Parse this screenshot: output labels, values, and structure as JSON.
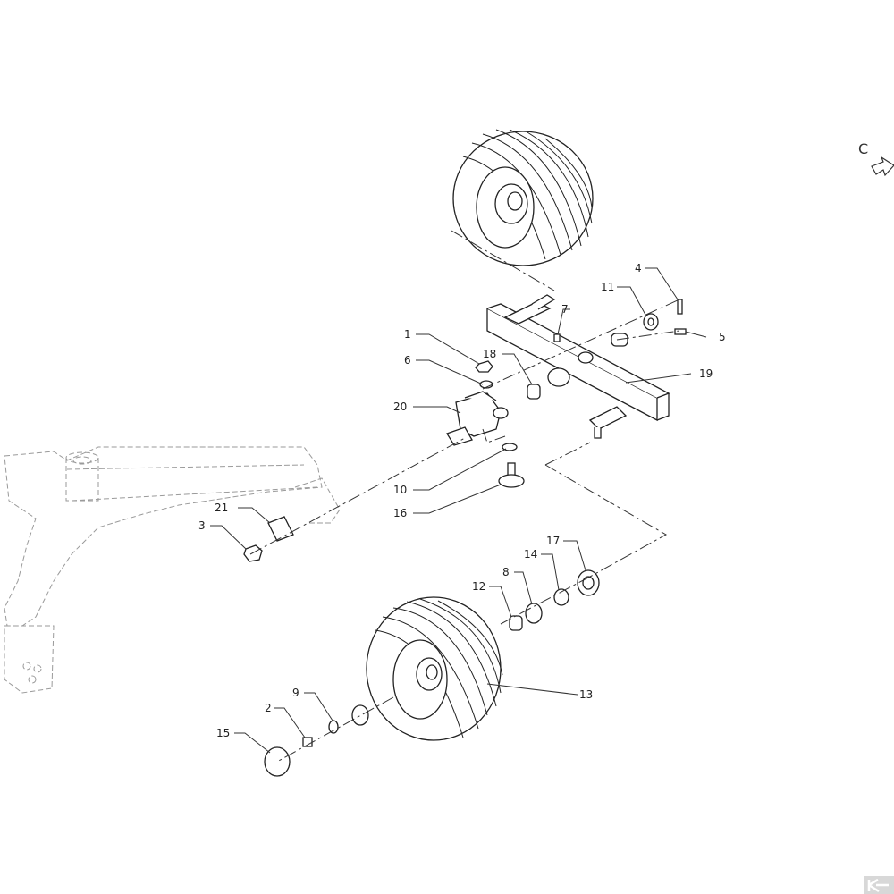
{
  "view_marker": {
    "label": "C",
    "icon": "view-arrow-icon"
  },
  "callouts": [
    {
      "id": "1",
      "label": "1"
    },
    {
      "id": "2",
      "label": "2"
    },
    {
      "id": "3",
      "label": "3"
    },
    {
      "id": "4",
      "label": "4"
    },
    {
      "id": "5",
      "label": "5"
    },
    {
      "id": "6",
      "label": "6"
    },
    {
      "id": "7",
      "label": "7"
    },
    {
      "id": "8",
      "label": "8"
    },
    {
      "id": "9",
      "label": "9"
    },
    {
      "id": "10",
      "label": "10"
    },
    {
      "id": "11",
      "label": "11"
    },
    {
      "id": "12",
      "label": "12"
    },
    {
      "id": "13",
      "label": "13"
    },
    {
      "id": "14",
      "label": "14"
    },
    {
      "id": "15",
      "label": "15"
    },
    {
      "id": "16",
      "label": "16"
    },
    {
      "id": "17",
      "label": "17"
    },
    {
      "id": "18",
      "label": "18"
    },
    {
      "id": "19",
      "label": "19"
    },
    {
      "id": "20",
      "label": "20"
    },
    {
      "id": "21",
      "label": "21"
    }
  ],
  "logo": {
    "icon": "brand-logo-icon",
    "color": "#d8d8d8"
  }
}
